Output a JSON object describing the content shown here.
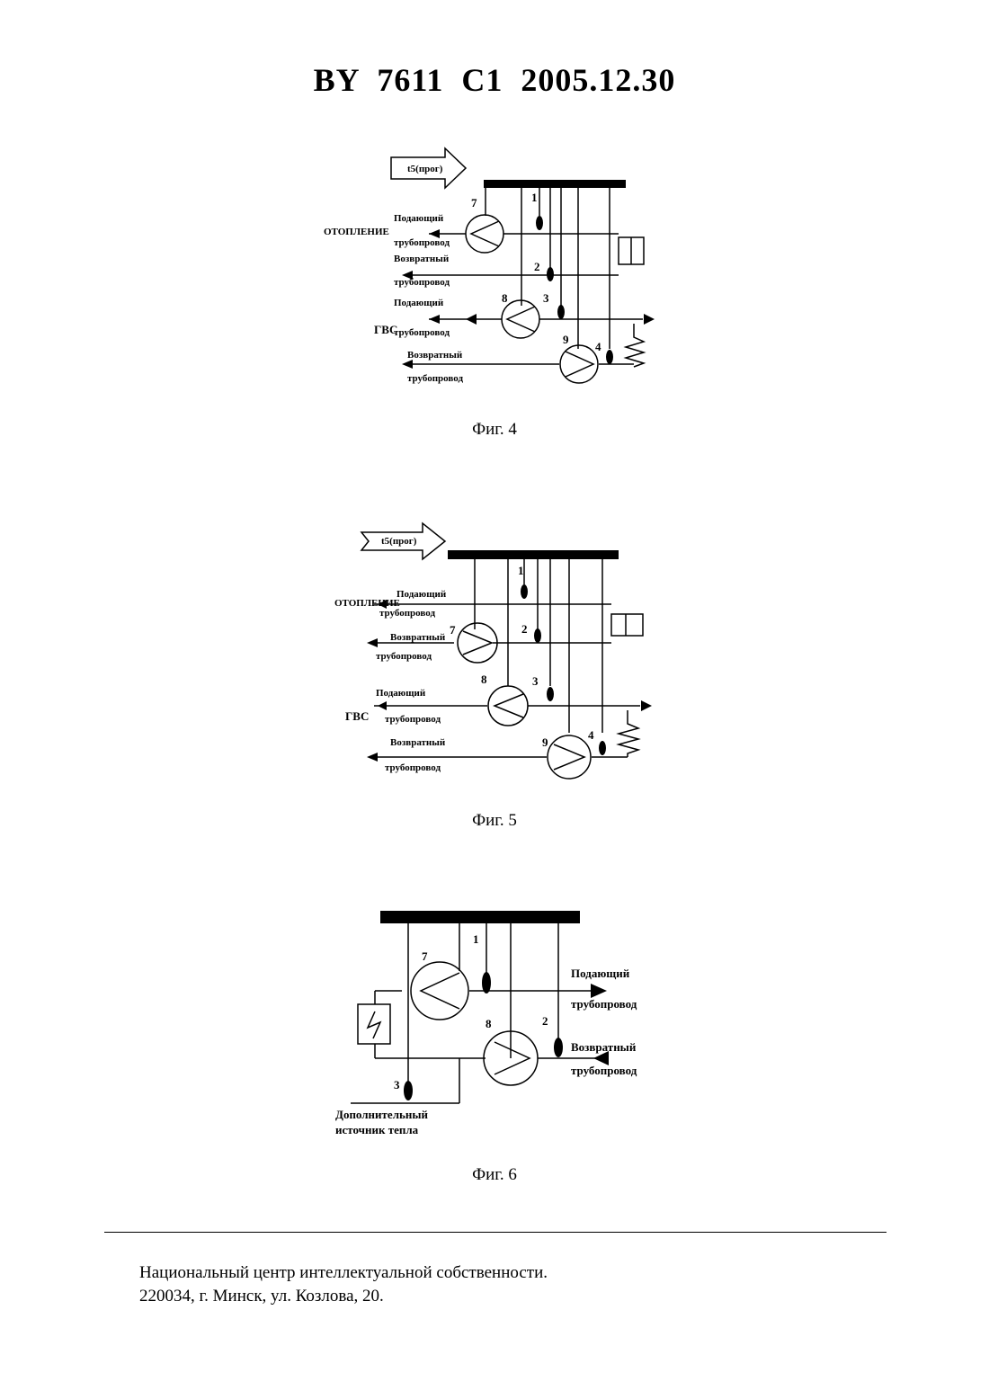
{
  "header": {
    "title": "BY 7611 C1 2005.12.30"
  },
  "fig4": {
    "caption": "Фиг. 4",
    "arrow_label": "t5(прог)",
    "heating_label": "ОТОПЛЕНИЕ",
    "dhw_label": "ГВС",
    "supply_top": "Подающий",
    "supply_bottom": "трубопровод",
    "return_top": "Возвратный",
    "return_bottom": "трубопровод",
    "gvs_supply_top": "Подающий",
    "gvs_supply_bottom": "трубопровод",
    "gvs_return_top": "Возвратный",
    "gvs_return_bottom": "трубопровод",
    "n1": "1",
    "n2": "2",
    "n3": "3",
    "n4": "4",
    "n7": "7",
    "n8": "8",
    "n9": "9"
  },
  "fig5": {
    "caption": "Фиг. 5",
    "arrow_label": "t5(прог)",
    "heating_label": "ОТОПЛЕНИЕ",
    "dhw_label": "ГВС",
    "supply_top": "Подающий",
    "supply_bottom": "трубопровод",
    "return_top": "Возвратный",
    "return_bottom": "трубопровод",
    "gvs_supply_top": "Подающий",
    "gvs_supply_bottom": "трубопровод",
    "gvs_return_top": "Возвратный",
    "gvs_return_bottom": "трубопровод",
    "n1": "1",
    "n2": "2",
    "n3": "3",
    "n4": "4",
    "n7": "7",
    "n8": "8",
    "n9": "9"
  },
  "fig6": {
    "caption": "Фиг. 6",
    "supply_top": "Подающий",
    "supply_bottom": "трубопровод",
    "return_top": "Возвратный",
    "return_bottom": "трубопровод",
    "extra_top": "Дополнительный",
    "extra_bottom": "источник тепла",
    "n1": "1",
    "n2": "2",
    "n3": "3",
    "n7": "7",
    "n8": "8"
  },
  "footer": {
    "line1": "Национальный центр интеллектуальной собственности.",
    "line2": "220034, г. Минск, ул. Козлова, 20."
  }
}
